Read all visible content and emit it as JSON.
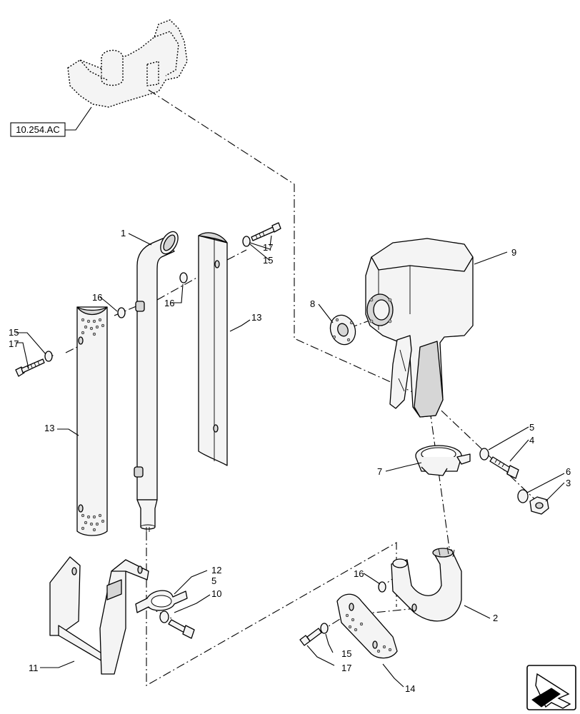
{
  "reference_box": {
    "label": "10.254.AC"
  },
  "callouts": {
    "c1": "1",
    "c2": "2",
    "c3": "3",
    "c4": "4",
    "c5a": "5",
    "c5b": "5",
    "c6": "6",
    "c7": "7",
    "c8": "8",
    "c9": "9",
    "c10": "10",
    "c11": "11",
    "c12": "12",
    "c13a": "13",
    "c13b": "13",
    "c14": "14",
    "c15a": "15",
    "c15b": "15",
    "c15c": "15",
    "c16a": "16",
    "c16b": "16",
    "c16c": "16",
    "c17a": "17",
    "c17b": "17",
    "c17c": "17"
  },
  "nav_icon": "back-arrow-icon"
}
